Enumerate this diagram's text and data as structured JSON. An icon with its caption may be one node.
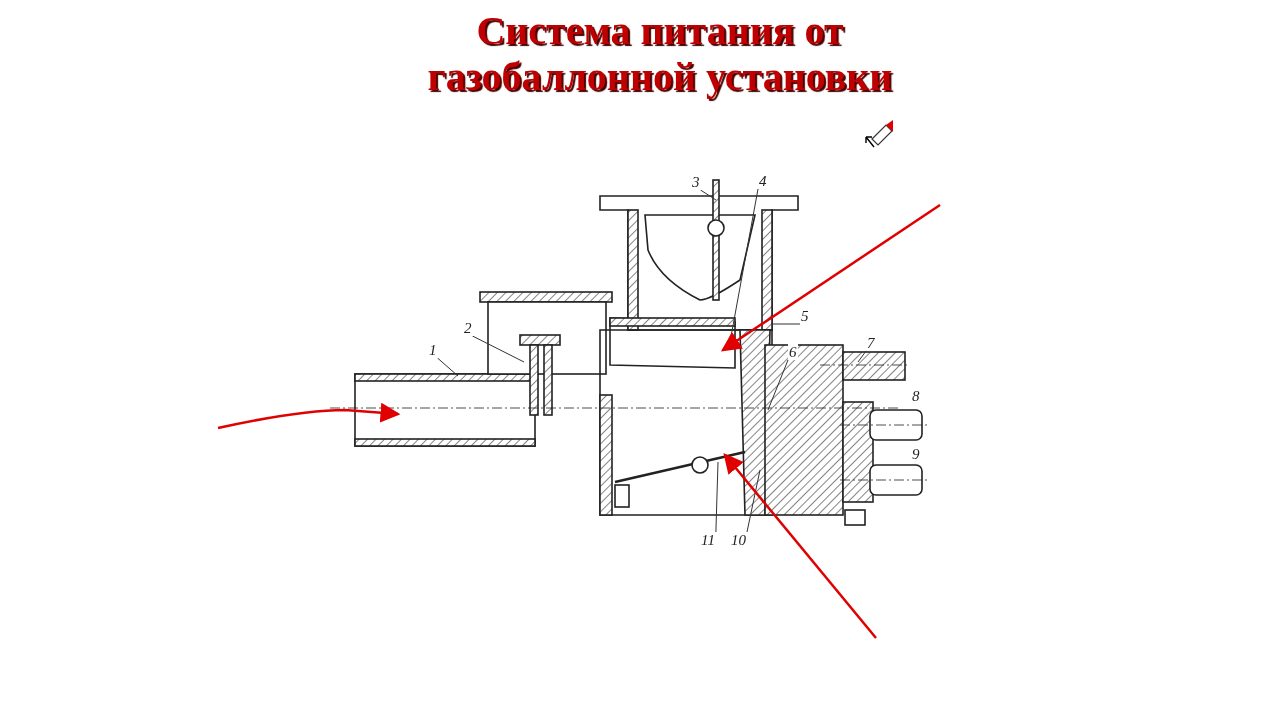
{
  "diagram": {
    "title": "Система питания от газобаллонной установки",
    "nodes": [
      {
        "text": [
          "1"
        ]
      },
      {
        "text": [
          "2"
        ]
      },
      {
        "text": [
          "3"
        ]
      },
      {
        "text": [
          "4"
        ]
      },
      {
        "text": [
          "5"
        ]
      },
      {
        "text": [
          "6"
        ]
      },
      {
        "text": [
          "7"
        ]
      },
      {
        "text": [
          "10"
        ]
      },
      {
        "text": [
          "11"
        ]
      }
    ],
    "edges": [
      {
        "from": 0,
        "to": null,
        "arrow": "none"
      },
      {
        "from": 1,
        "to": null,
        "arrow": "none"
      },
      {
        "from": 2,
        "to": null,
        "arrow": "none"
      },
      {
        "from": 3,
        "to": null,
        "arrow": "none"
      },
      {
        "from": 4,
        "to": null,
        "arrow": "none"
      },
      {
        "from": 5,
        "to": null,
        "arrow": "none"
      },
      {
        "from": 6,
        "to": null,
        "arrow": "none"
      },
      {
        "from": 7,
        "to": null,
        "arrow": "none"
      },
      {
        "from": 8,
        "to": null,
        "arrow": "none"
      }
    ],
    "labels": [
      "8",
      "9"
    ]
  }
}
